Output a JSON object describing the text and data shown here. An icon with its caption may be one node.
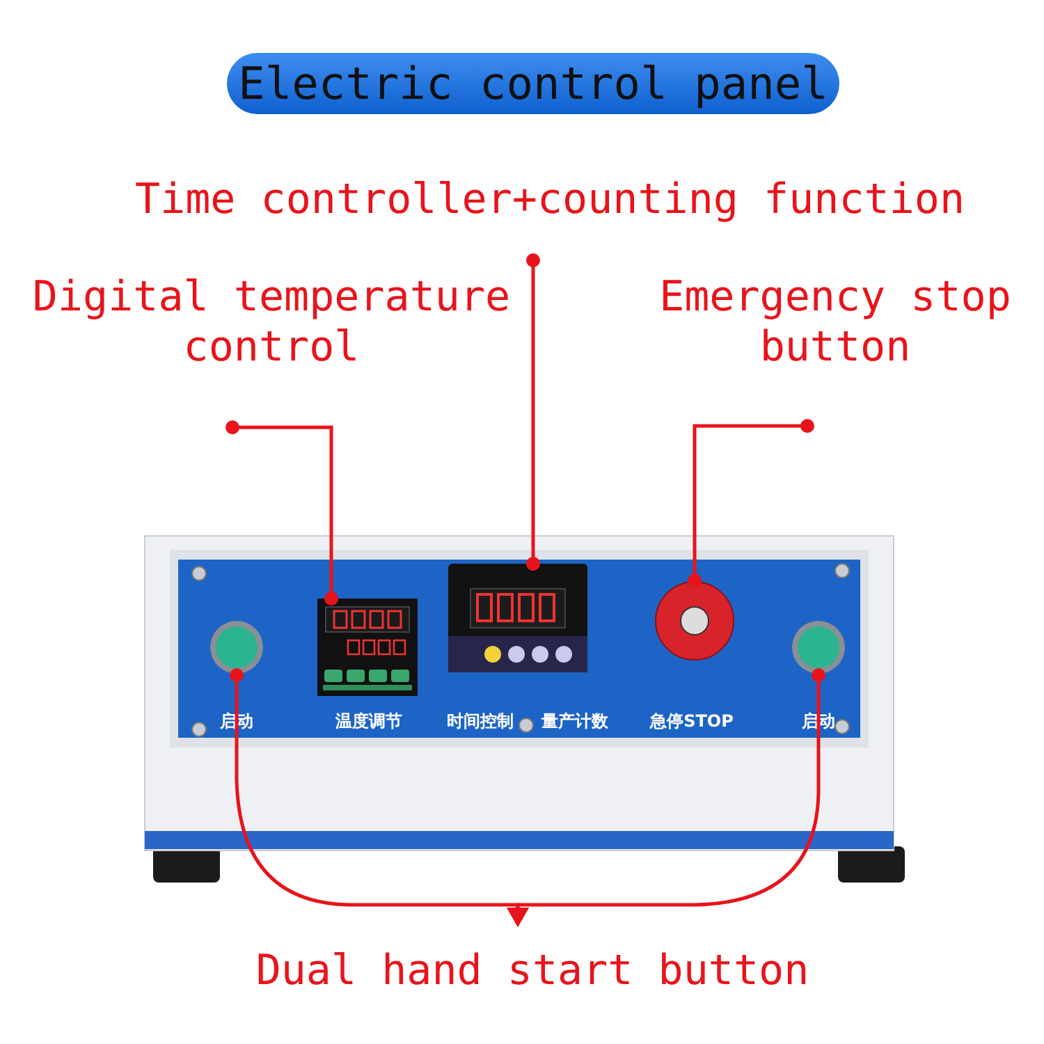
{
  "diagram": {
    "title": "Electric control panel",
    "nodes": [
      {
        "text": [
          "Time controller+counting function"
        ]
      },
      {
        "text": [
          "Digital temperature control"
        ]
      },
      {
        "text": [
          "Emergency stop button"
        ]
      },
      {
        "text": [
          "Dual hand start button"
        ]
      },
      {
        "text": [],
        "shape": "picture"
      },
      {
        "text": [],
        "shape": "picture"
      },
      {
        "text": [],
        "shape": "picture"
      },
      {
        "text": [],
        "shape": "circle"
      },
      {
        "text": [],
        "shape": "circle"
      }
    ],
    "edges": [
      {
        "from": 0,
        "to": 5,
        "arrow": "other"
      },
      {
        "from": 1,
        "to": 4,
        "arrow": "other"
      },
      {
        "from": 2,
        "to": 6,
        "arrow": "other"
      },
      {
        "from": 7,
        "to": 3,
        "arrow": "to"
      },
      {
        "from": 8,
        "to": 3,
        "arrow": "to"
      }
    ],
    "labels": [
      "启动",
      "温度调节",
      "时间控制",
      "量产计数",
      "急停STOP",
      "启动"
    ]
  }
}
